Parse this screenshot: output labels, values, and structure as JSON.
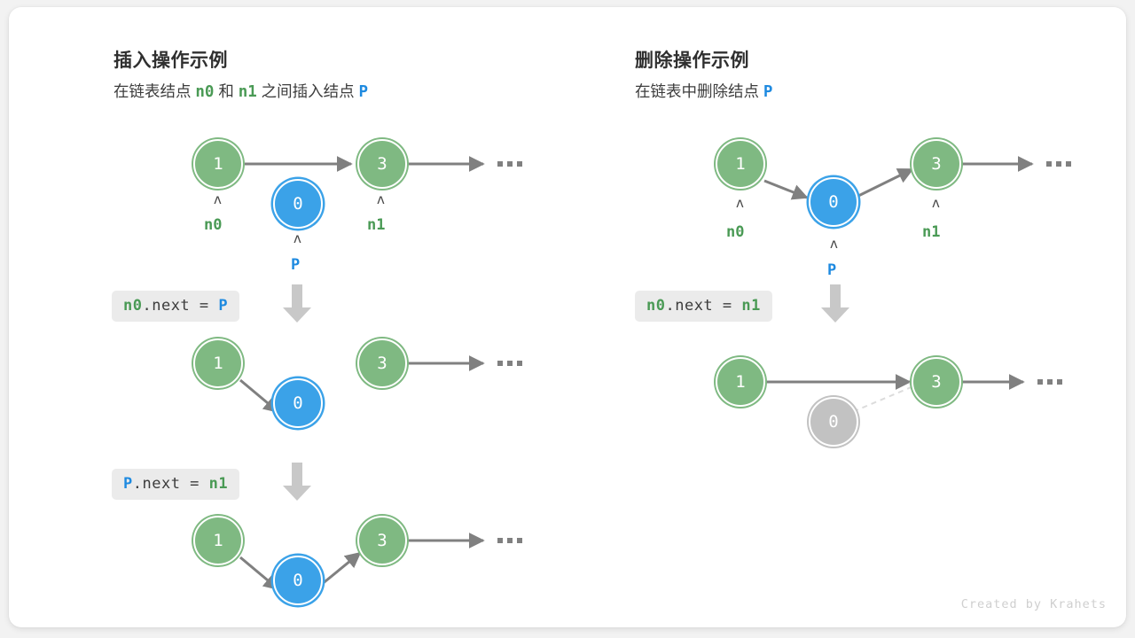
{
  "credit": "Created by Krahets",
  "colors": {
    "green": "#7fb982",
    "green_text": "#4a9a55",
    "blue": "#3ba2e8",
    "blue_text": "#1e8ae0",
    "gray_node": "#c2c2c2",
    "arrow": "#808080",
    "chip_bg": "#ebebeb"
  },
  "panels": {
    "insert": {
      "title": "插入操作示例",
      "subtitle_parts": {
        "p1": "在链表结点",
        "n0": "n0",
        "p2": "和",
        "n1": "n1",
        "p3": "之间插入结点",
        "p": "P"
      },
      "steps": [
        {
          "code": {
            "var1": "n0",
            "mid": ".next = ",
            "var2": "P"
          },
          "nodes": [
            {
              "value": "1",
              "kind": "green",
              "label": "n0"
            },
            {
              "value": "0",
              "kind": "blue",
              "label": "P"
            },
            {
              "value": "3",
              "kind": "green",
              "label": "n1"
            }
          ]
        },
        {
          "code": {
            "var1": "P",
            "mid": ".next = ",
            "var2": "n1"
          },
          "nodes": [
            {
              "value": "1",
              "kind": "green",
              "label": ""
            },
            {
              "value": "0",
              "kind": "blue",
              "label": ""
            },
            {
              "value": "3",
              "kind": "green",
              "label": ""
            }
          ]
        }
      ]
    },
    "delete": {
      "title": "删除操作示例",
      "subtitle_parts": {
        "p1": "在链表中删除结点",
        "p": "P"
      },
      "steps": [
        {
          "code": {
            "var1": "n0",
            "mid": ".next = ",
            "var2": "n1"
          },
          "nodes": [
            {
              "value": "1",
              "kind": "green",
              "label": "n0"
            },
            {
              "value": "0",
              "kind": "blue",
              "label": "P"
            },
            {
              "value": "3",
              "kind": "green",
              "label": "n1"
            }
          ]
        }
      ]
    }
  },
  "node_values": {
    "n1_val": "1",
    "p_val": "0",
    "n3_val": "3"
  },
  "labels": {
    "n0": "n0",
    "n1": "n1",
    "p": "P",
    "caret": "ʌ"
  },
  "code": {
    "insert_step1": {
      "a": "n0",
      "m": ".next = ",
      "b": "P"
    },
    "insert_step2": {
      "a": "P",
      "m": ".next = ",
      "b": "n1"
    },
    "delete_step1": {
      "a": "n0",
      "m": ".next = ",
      "b": "n1"
    }
  }
}
